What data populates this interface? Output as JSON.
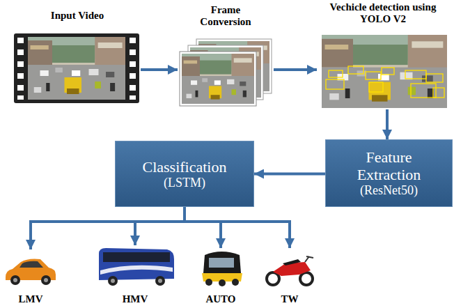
{
  "diagram": {
    "nodes": [
      {
        "text": [
          "Input Video"
        ]
      },
      {
        "text": [
          "Frame Conversion"
        ]
      },
      {
        "text": [
          "Vechicle detection using YOLO V2"
        ]
      },
      {
        "text": [
          "Feature Extraction",
          "(ResNet50)"
        ]
      },
      {
        "text": [
          "Classification",
          "(LSTM)"
        ]
      },
      {
        "text": [
          "LMV"
        ]
      },
      {
        "text": [
          "HMV"
        ]
      },
      {
        "text": [
          "AUTO"
        ]
      },
      {
        "text": [
          "TW"
        ]
      }
    ],
    "edges": [
      {
        "from": 0,
        "to": 1,
        "arrow": "to"
      },
      {
        "from": 1,
        "to": 2,
        "arrow": "to"
      },
      {
        "from": 2,
        "to": 3,
        "arrow": "to"
      },
      {
        "from": 3,
        "to": 4,
        "arrow": "to"
      },
      {
        "from": 4,
        "to": 5,
        "arrow": "to"
      },
      {
        "from": 4,
        "to": 6,
        "arrow": "to"
      },
      {
        "from": 4,
        "to": 7,
        "arrow": "to"
      },
      {
        "from": 4,
        "to": 8,
        "arrow": "to"
      }
    ]
  }
}
